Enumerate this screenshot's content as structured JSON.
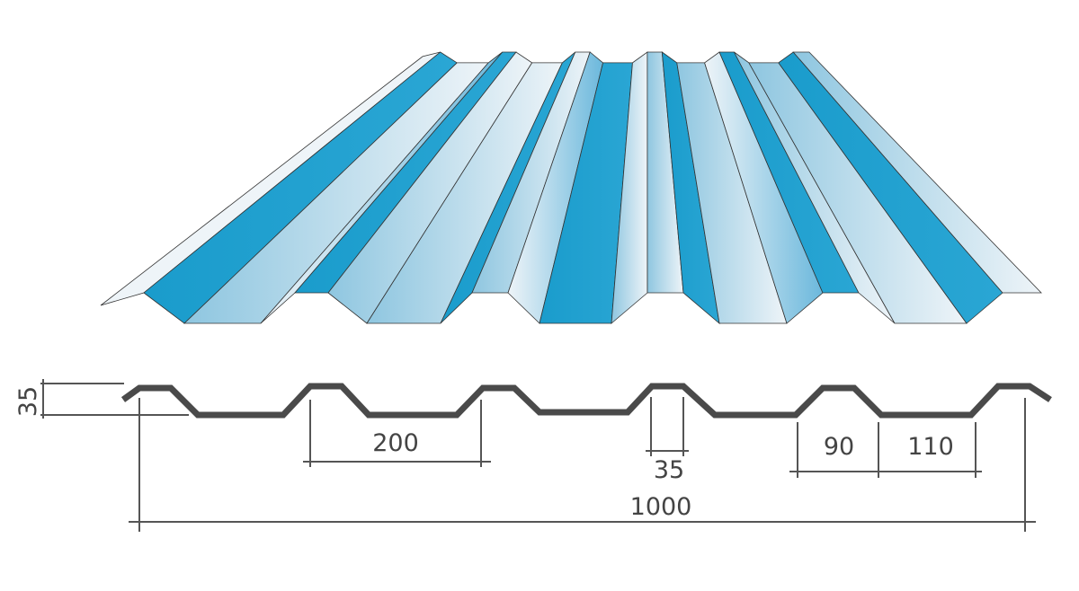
{
  "dimensions": {
    "height": "35",
    "pitch": "200",
    "crest_width": "35",
    "rib": "90",
    "valley": "110",
    "total_width": "1000"
  },
  "colors": {
    "blue": "#1a9ccc",
    "light": "#e6f0f5",
    "profile": "#4a4a4a",
    "line": "#555555"
  }
}
